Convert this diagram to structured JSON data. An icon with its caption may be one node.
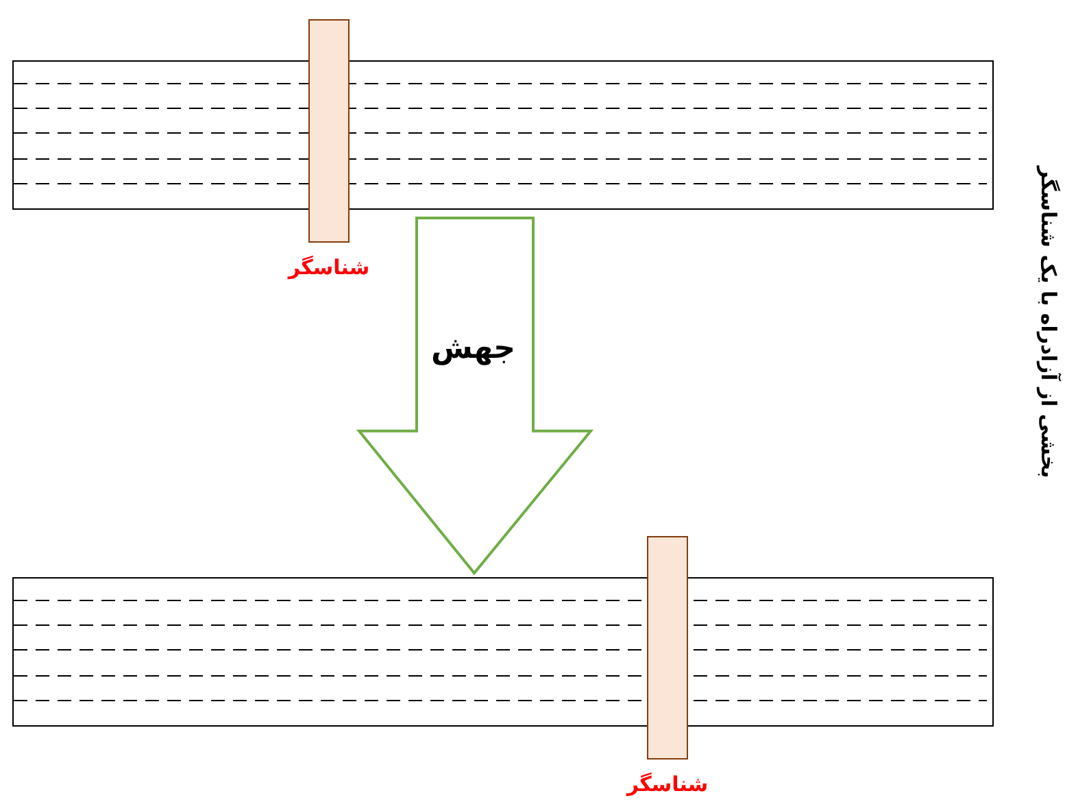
{
  "diagram": {
    "nodes": [
      {
        "text": [],
        "shape": "bar"
      },
      {
        "text": [
          "شناسگر"
        ]
      },
      {
        "text": [],
        "shape": "bar"
      },
      {
        "text": [
          "شناسگر"
        ]
      }
    ],
    "edges": [
      {
        "from": 0,
        "to": 2,
        "arrow": "to",
        "label": "جهش",
        "style": "thick",
        "color": "#70ad47"
      }
    ],
    "labels": [
      "بخشی از آزادراه با یک شناسگر"
    ]
  }
}
